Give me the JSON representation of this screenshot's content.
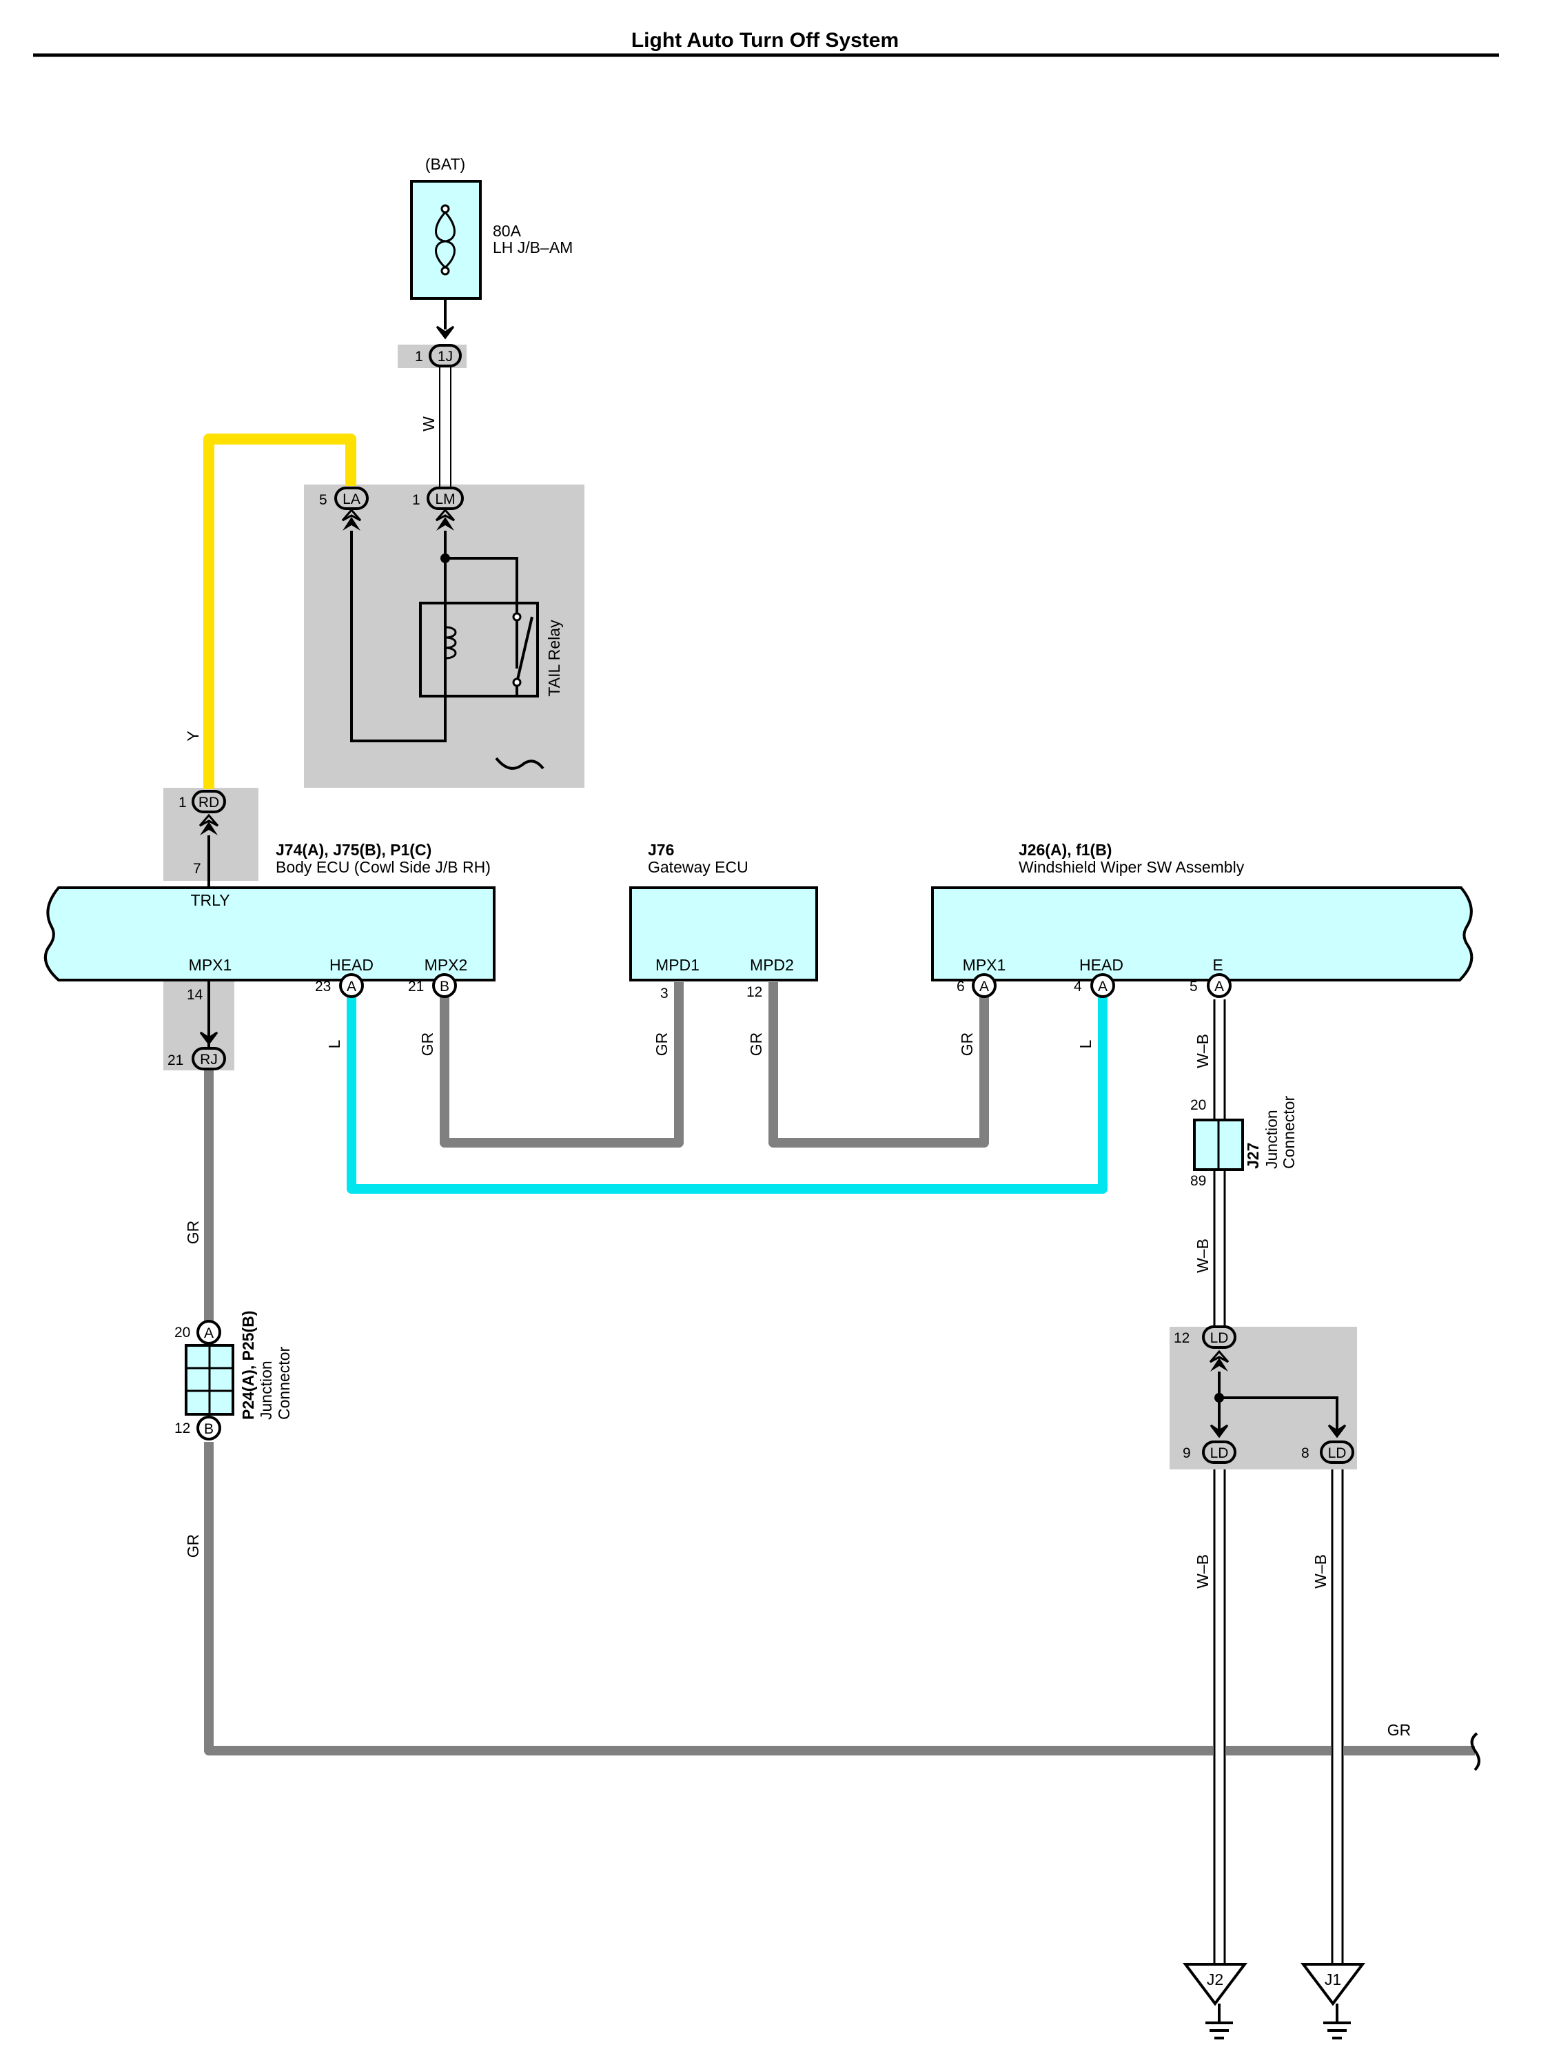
{
  "title": "Light Auto Turn Off System",
  "colors": {
    "wire_Y": "#ffe000",
    "wire_L": "#00e5ee",
    "wire_GR": "#808080",
    "component_fill": "#ccffff",
    "junction_block": "#cccccc"
  },
  "battery": {
    "label": "(BAT)",
    "fuse_rating": "80A",
    "fuse_name": "LH J/B–AM",
    "connector_pin": "1",
    "connector_code": "1J"
  },
  "tail_relay": {
    "label": "TAIL Relay",
    "pin_la": "5",
    "code_la": "LA",
    "pin_lm": "1",
    "code_lm": "LM"
  },
  "body_ecu": {
    "ids": "J74(A), J75(B), P1(C)",
    "name": "Body ECU (Cowl Side J/B RH)",
    "terminals": {
      "trly": "TRLY",
      "mpx1": "MPX1",
      "head": "HEAD",
      "mpx2": "MPX2"
    },
    "pin_trly": "7",
    "pin_mpx1": "14",
    "pin_head": "23",
    "pin_head_conn": "A",
    "pin_mpx2": "21",
    "pin_mpx2_conn": "B",
    "rd_pin": "1",
    "rd_code": "RD",
    "rj_pin": "21",
    "rj_code": "RJ"
  },
  "gateway_ecu": {
    "id": "J76",
    "name": "Gateway ECU",
    "terminals": {
      "mpd1": "MPD1",
      "mpd2": "MPD2"
    },
    "pin_mpd1": "3",
    "pin_mpd2": "12"
  },
  "wiper_sw": {
    "ids": "J26(A), f1(B)",
    "name": "Windshield Wiper SW Assembly",
    "terminals": {
      "mpx1": "MPX1",
      "head": "HEAD",
      "e": "E"
    },
    "pin_mpx1": "6",
    "pin_head": "4",
    "pin_e": "5",
    "conn": "A"
  },
  "junction_j27": {
    "id": "J27",
    "name_line1": "Junction",
    "name_line2": "Connector",
    "pin_top": "20",
    "pin_bottom": "89"
  },
  "junction_p24": {
    "ids": "P24(A), P25(B)",
    "name_line1": "Junction",
    "name_line2": "Connector",
    "pin_top": "20",
    "conn_top": "A",
    "pin_bottom": "12",
    "conn_bottom": "B"
  },
  "ld_block": {
    "code": "LD",
    "pin_in": "12",
    "pin_out1": "9",
    "pin_out2": "8"
  },
  "grounds": {
    "g1": "J2",
    "g2": "J1"
  },
  "wire_labels": {
    "w": "W",
    "y": "Y",
    "l": "L",
    "gr": "GR",
    "wb": "W–B"
  }
}
